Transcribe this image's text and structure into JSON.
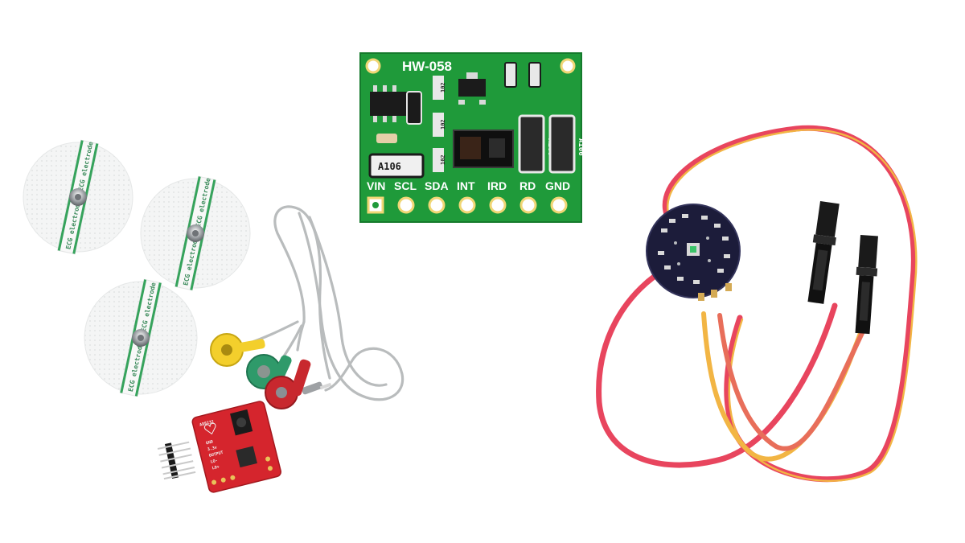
{
  "colors": {
    "background": "#ffffff",
    "green_pcb": "#1f9a3a",
    "red_pcb": "#d5252d",
    "navy_pcb": "#1c1c3a",
    "wire_red": "#e8455e",
    "wire_yellow": "#f2b544",
    "cable_gray": "#b9bcbd",
    "snap_yellow": "#f3cf2c",
    "snap_green": "#2f9a6a",
    "snap_red": "#c8282e"
  },
  "max_board": {
    "model": "HW-058",
    "pins": [
      "VIN",
      "SCL",
      "SDA",
      "INT",
      "IRD",
      "RD",
      "GND"
    ],
    "component_markings": [
      "A106",
      "A106",
      "A106",
      "102",
      "102",
      "102"
    ]
  },
  "electrodes": {
    "text": "ECG electrode"
  },
  "ecg_board": {
    "text_lines": [
      "AD8232",
      "GND",
      "3.3v",
      "OUTPUT",
      "LO-",
      "LO+"
    ]
  },
  "pulse_sensor": {
    "description_icons": [
      "heart-led-icon"
    ]
  }
}
